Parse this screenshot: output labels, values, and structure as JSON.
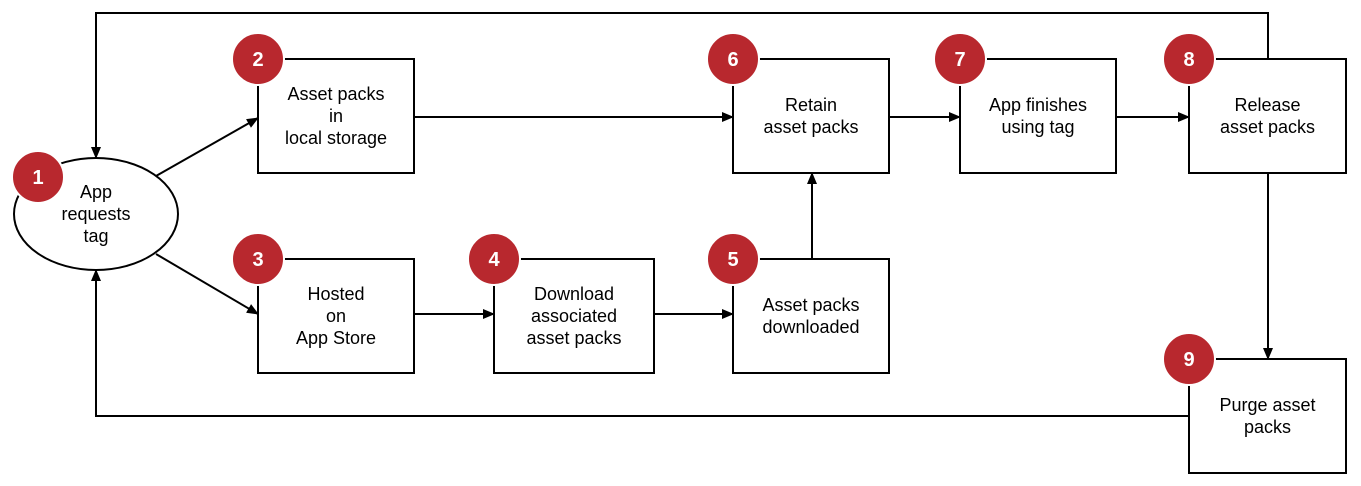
{
  "colors": {
    "badge": "#b8282e",
    "badge_stroke": "#ffffff",
    "line": "#000000",
    "node_fill": "#ffffff"
  },
  "nodes": [
    {
      "id": "n1",
      "badge": "1",
      "shape": "ellipse",
      "lines": [
        "App",
        "requests",
        "tag"
      ]
    },
    {
      "id": "n2",
      "badge": "2",
      "shape": "box",
      "lines": [
        "Asset packs",
        "in",
        "local storage"
      ]
    },
    {
      "id": "n3",
      "badge": "3",
      "shape": "box",
      "lines": [
        "Hosted",
        "on",
        "App Store"
      ]
    },
    {
      "id": "n4",
      "badge": "4",
      "shape": "box",
      "lines": [
        "Download",
        "associated",
        "asset packs"
      ]
    },
    {
      "id": "n5",
      "badge": "5",
      "shape": "box",
      "lines": [
        "Asset packs",
        "downloaded"
      ]
    },
    {
      "id": "n6",
      "badge": "6",
      "shape": "box",
      "lines": [
        "Retain",
        "asset packs"
      ]
    },
    {
      "id": "n7",
      "badge": "7",
      "shape": "box",
      "lines": [
        "App finishes",
        "using tag"
      ]
    },
    {
      "id": "n8",
      "badge": "8",
      "shape": "box",
      "lines": [
        "Release",
        "asset packs"
      ]
    },
    {
      "id": "n9",
      "badge": "9",
      "shape": "box",
      "lines": [
        "Purge asset",
        "packs"
      ]
    }
  ],
  "edges": [
    {
      "from": "n1",
      "to": "n2"
    },
    {
      "from": "n1",
      "to": "n3"
    },
    {
      "from": "n2",
      "to": "n6"
    },
    {
      "from": "n3",
      "to": "n4"
    },
    {
      "from": "n4",
      "to": "n5"
    },
    {
      "from": "n5",
      "to": "n6"
    },
    {
      "from": "n6",
      "to": "n7"
    },
    {
      "from": "n7",
      "to": "n8"
    },
    {
      "from": "n8",
      "to": "n9"
    },
    {
      "from": "n8",
      "to": "n1"
    },
    {
      "from": "n9",
      "to": "n1"
    }
  ]
}
